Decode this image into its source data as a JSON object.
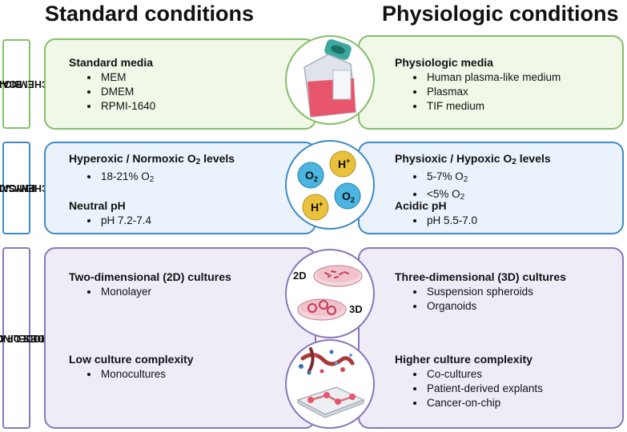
{
  "headers": {
    "left": "Standard conditions",
    "right": "Physiologic conditions"
  },
  "rows": {
    "biochemical": {
      "label_line1": "BIO-",
      "label_line2": "CHEMICAL",
      "left": {
        "title": "Standard media",
        "items": [
          "MEM",
          "DMEM",
          "RPMI-1640"
        ]
      },
      "right": {
        "title": "Physiologic media",
        "items": [
          "Human plasma-like medium",
          "Plasmax",
          "TIF medium"
        ]
      }
    },
    "physicochemical": {
      "label_line1": "PHYSICO-",
      "label_line2": "CHEMICAL",
      "left": {
        "o2_title_pre": "Hyperoxic / Normoxic O",
        "o2_title_sub": "2",
        "o2_title_post": " levels",
        "o2_item_pre": "18-21% O",
        "o2_item_sub": "2",
        "ph_title": "Neutral pH",
        "ph_item": "pH 7.2-7.4"
      },
      "right": {
        "o2_title_pre": "Physioxic / Hypoxic O",
        "o2_title_sub": "2",
        "o2_title_post": " levels",
        "o2_item1_pre": "5-7% O",
        "o2_item1_sub": "2",
        "o2_item2_pre": "<5% O",
        "o2_item2_sub": "2",
        "ph_title": "Acidic pH",
        "ph_item": "pH 5.5-7.0"
      },
      "molecules": {
        "o2_label": "O",
        "o2_sub": "2",
        "h_label": "H",
        "h_sup": "+"
      }
    },
    "modes": {
      "label_line1": "MODES OF CANCER",
      "label_line2": "MODELING",
      "left": {
        "dim_title": "Two-dimensional (2D) cultures",
        "dim_items": [
          "Monolayer"
        ],
        "cx_title": "Low culture complexity",
        "cx_items": [
          "Monocultures"
        ]
      },
      "right": {
        "dim_title": "Three-dimensional (3D) cultures",
        "dim_items": [
          "Suspension spheroids",
          "Organoids"
        ],
        "cx_title": "Higher culture complexity",
        "cx_items": [
          "Co-cultures",
          "Patient-derived explants",
          "Cancer-on-chip"
        ]
      },
      "dish_labels": {
        "two_d": "2D",
        "three_d": "3D"
      }
    }
  },
  "colors": {
    "bio_border": "#86be6a",
    "phys_border": "#3f8ac6",
    "mode_border": "#8877b8",
    "o2_fill": "#4cb4e0",
    "h_fill": "#e9c13c",
    "flask_media": "#e8566d"
  }
}
